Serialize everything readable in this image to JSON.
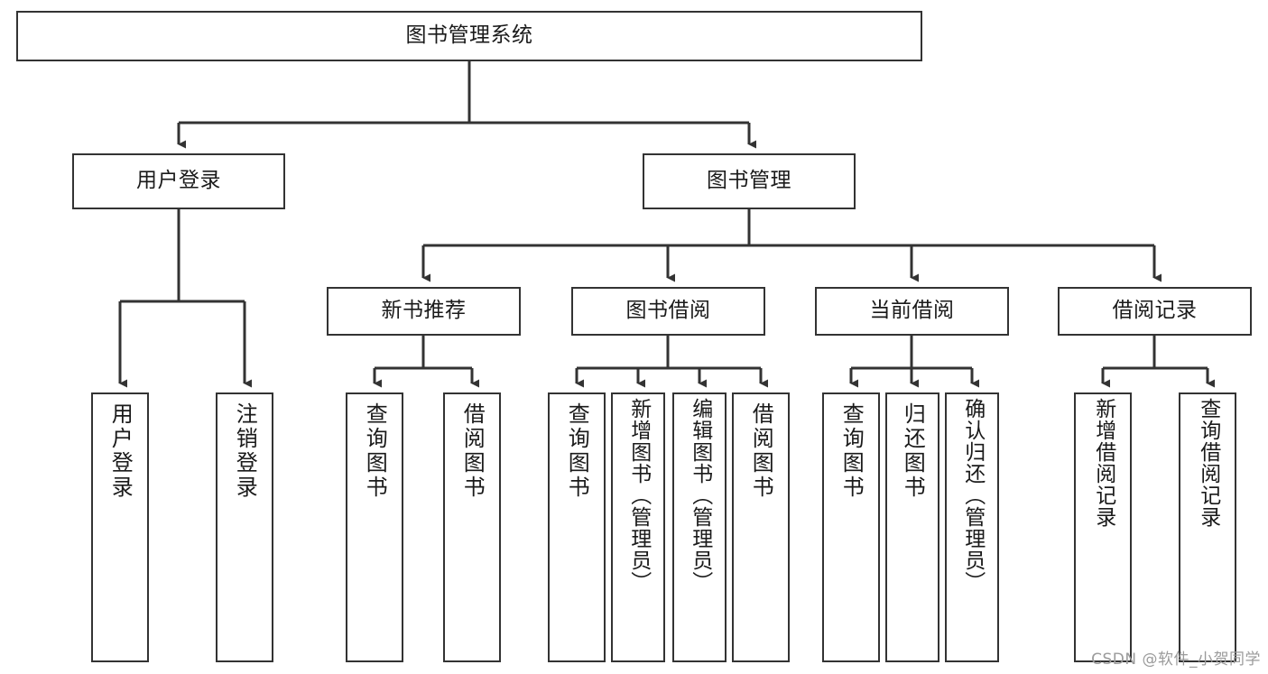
{
  "diagram": {
    "type": "tree",
    "title": "图书管理系统",
    "watermark": "CSDN @软件_小贺同学",
    "colors": {
      "stroke": "#333333",
      "box_fill": "#ffffff",
      "text": "#1a1a1a",
      "background": "#ffffff",
      "watermark": "#9b9b9b"
    },
    "levels": {
      "root": {
        "label": "图书管理系统"
      },
      "level2": [
        {
          "label": "用户登录"
        },
        {
          "label": "图书管理"
        }
      ],
      "level3": [
        {
          "label": "新书推荐"
        },
        {
          "label": "图书借阅"
        },
        {
          "label": "当前借阅"
        },
        {
          "label": "借阅记录"
        }
      ],
      "leaves": [
        {
          "label": "用户登录",
          "parent": "用户登录"
        },
        {
          "label": "注销登录",
          "parent": "用户登录"
        },
        {
          "label": "查询图书",
          "parent": "新书推荐"
        },
        {
          "label": "借阅图书",
          "parent": "新书推荐"
        },
        {
          "label": "查询图书",
          "parent": "图书借阅"
        },
        {
          "label": "新增图书（管理员）",
          "parent": "图书借阅"
        },
        {
          "label": "编辑图书（管理员）",
          "parent": "图书借阅"
        },
        {
          "label": "借阅图书",
          "parent": "图书借阅"
        },
        {
          "label": "查询图书",
          "parent": "当前借阅"
        },
        {
          "label": "归还图书",
          "parent": "当前借阅"
        },
        {
          "label": "确认归还（管理员）",
          "parent": "当前借阅"
        },
        {
          "label": "新增借阅记录",
          "parent": "借阅记录"
        },
        {
          "label": "查询借阅记录",
          "parent": "借阅记录"
        }
      ]
    }
  }
}
